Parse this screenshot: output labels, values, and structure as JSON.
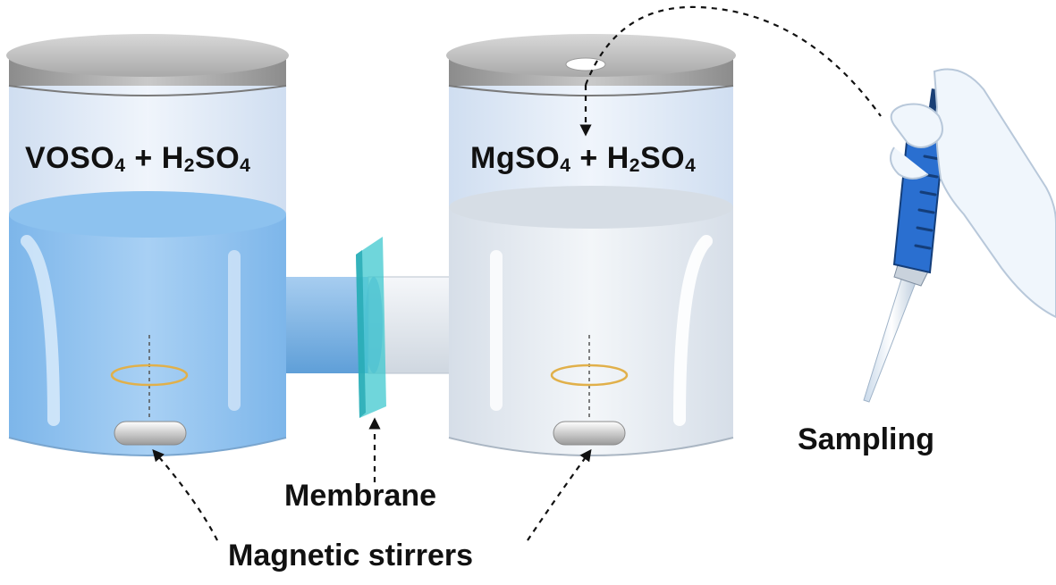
{
  "left_vessel": {
    "solution_parts": [
      "VOSO",
      "4",
      " + H",
      "2",
      "SO",
      "4"
    ],
    "liquid_color": "#8dc2ef"
  },
  "right_vessel": {
    "solution_parts": [
      "MgSO",
      "4",
      " + H",
      "2",
      "SO",
      "4"
    ],
    "liquid_color": "#e6eef5"
  },
  "membrane_color": "#3fc8cf",
  "pipette_color": "#2a6fd0",
  "labels": {
    "membrane": "Membrane",
    "stirrers": "Magnetic stirrers",
    "sampling": "Sampling"
  }
}
